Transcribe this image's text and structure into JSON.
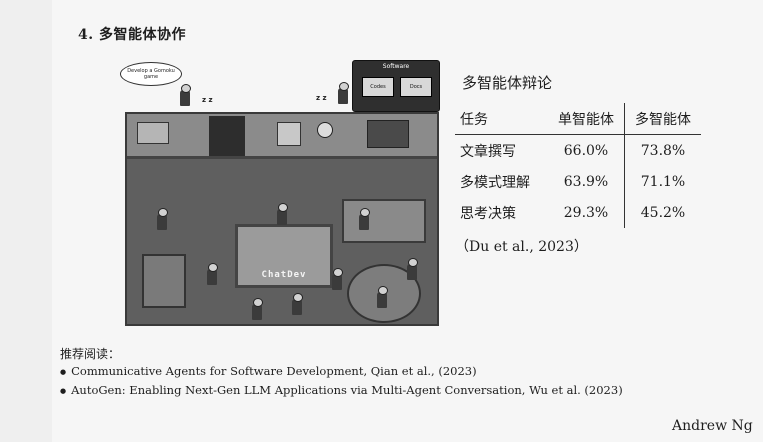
{
  "slide": {
    "heading": "4. 多智能体协作"
  },
  "illustration": {
    "speech_bubble": "Develop a Gomoku game",
    "panel_title": "Software",
    "panel_buttons": [
      "Codes",
      "Docs"
    ],
    "rug_text": "ChatDev",
    "snore": "z z"
  },
  "debate_table": {
    "title": "多智能体辩论",
    "headers": [
      "任务",
      "单智能体",
      "多智能体"
    ],
    "rows": [
      [
        "文章撰写",
        "66.0%",
        "73.8%"
      ],
      [
        "多模式理解",
        "63.9%",
        "71.1%"
      ],
      [
        "思考决策",
        "29.3%",
        "45.2%"
      ]
    ],
    "citation": "（Du et al., 2023）"
  },
  "reading": {
    "title": "推荐阅读：",
    "items": [
      "Communicative Agents for Software Development, Qian et al., (2023)",
      "AutoGen: Enabling Next-Gen LLM Applications via Multi-Agent Conversation, Wu et al. (2023)"
    ]
  },
  "footer": {
    "author": "Andrew Ng"
  }
}
